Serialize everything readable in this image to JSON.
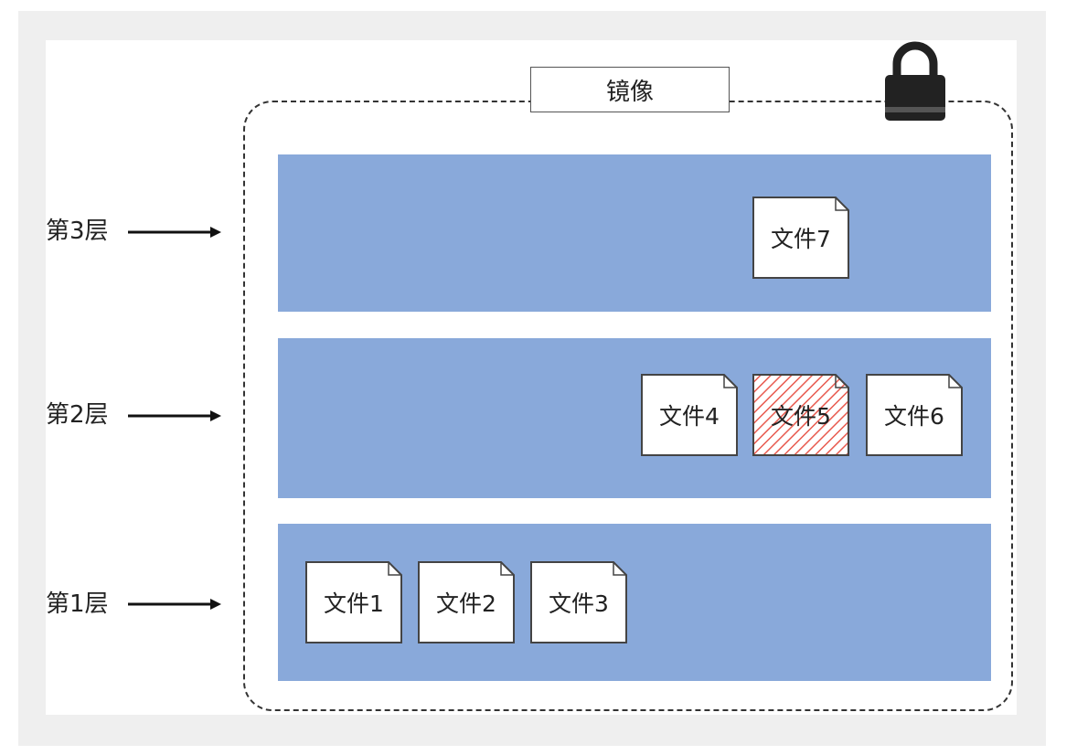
{
  "image_label": "镜像",
  "colors": {
    "layer_fill": "#89a9da",
    "file_fill": "#ffffff",
    "hatch": "#e85a4f",
    "container_border": "#333333"
  },
  "icons": {
    "lock": "lock-icon",
    "arrow": "arrow-right-icon"
  },
  "layers": [
    {
      "label": "第3层",
      "files": [
        "文件7"
      ]
    },
    {
      "label": "第2层",
      "files": [
        "文件4",
        "文件5",
        "文件6"
      ],
      "hatched_file": "文件5"
    },
    {
      "label": "第1层",
      "files": [
        "文件1",
        "文件2",
        "文件3"
      ]
    }
  ]
}
